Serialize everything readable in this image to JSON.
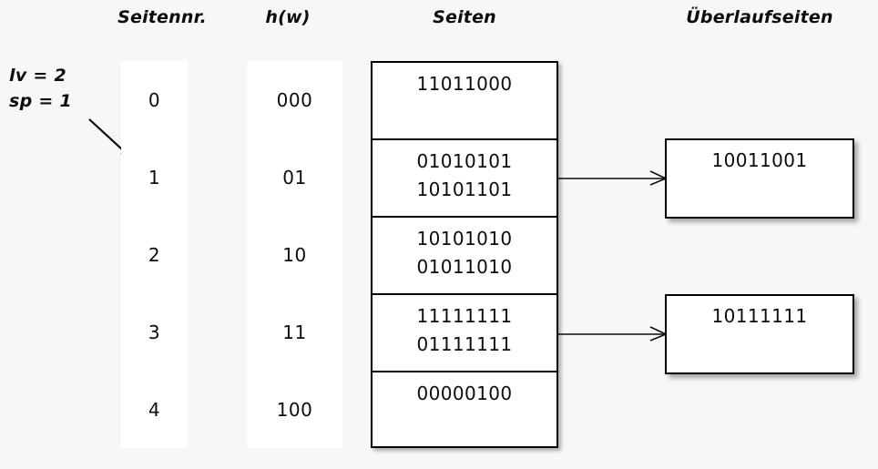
{
  "headers": {
    "page_number": "Seitennr.",
    "hash": "h(w)",
    "pages": "Seiten",
    "overflow_pages": "Überlaufseiten"
  },
  "params": {
    "level": "lv = 2",
    "split_pointer": "sp = 1"
  },
  "rows": [
    {
      "page_no": "0",
      "hash": "000",
      "entries": [
        "11011000"
      ]
    },
    {
      "page_no": "1",
      "hash": "01",
      "entries": [
        "01010101",
        "10101101"
      ]
    },
    {
      "page_no": "2",
      "hash": "10",
      "entries": [
        "10101010",
        "01011010"
      ]
    },
    {
      "page_no": "3",
      "hash": "11",
      "entries": [
        "11111111",
        "01111111"
      ]
    },
    {
      "page_no": "4",
      "hash": "100",
      "entries": [
        "00000100"
      ]
    }
  ],
  "overflow": [
    {
      "value": "10011001",
      "from_row": "1"
    },
    {
      "value": "10111111",
      "from_row": "3"
    }
  ],
  "colors": {
    "background": "#f7f7f7",
    "box_fill": "#ffffff",
    "stroke": "#000000",
    "text": "#0d0d0d"
  }
}
